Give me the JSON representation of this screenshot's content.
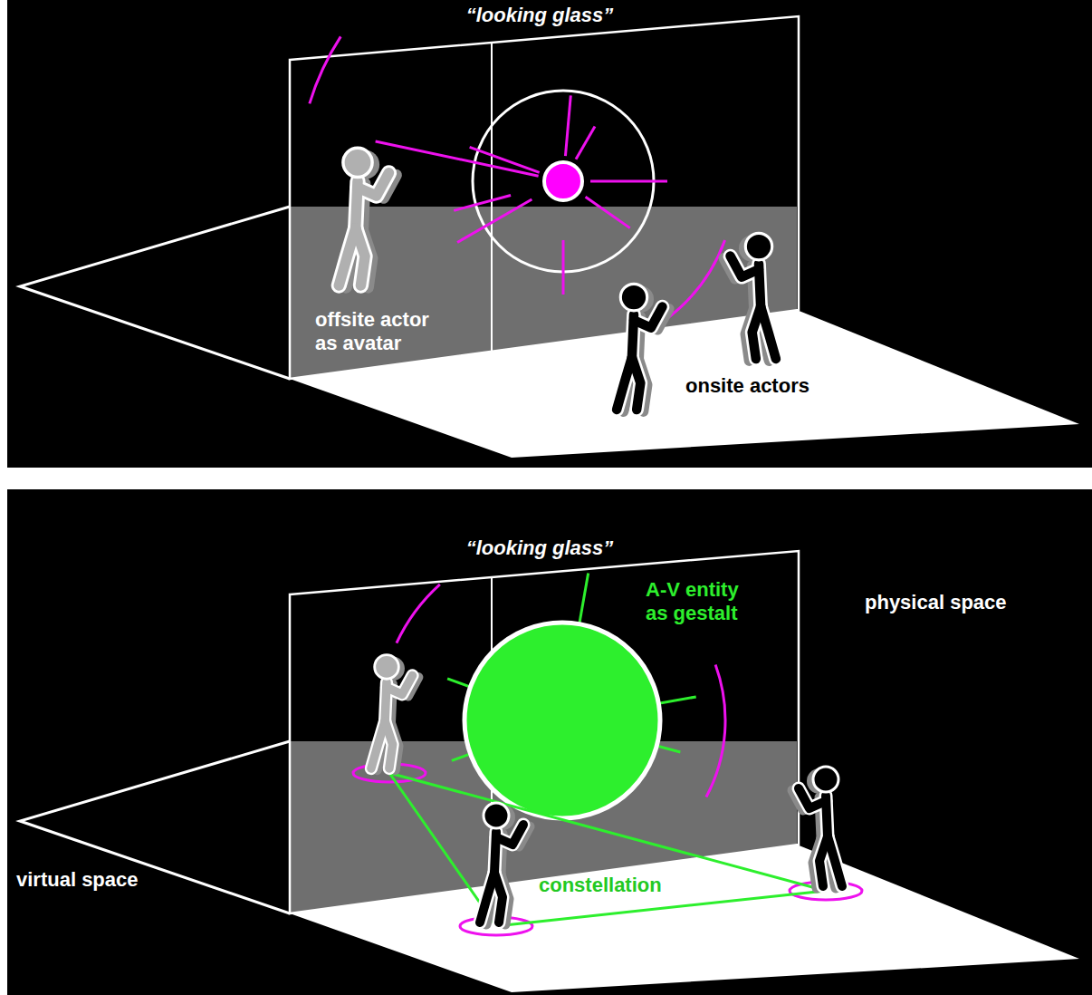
{
  "diagram": {
    "labels": [
      "“looking glass”",
      "offsite actor as avatar",
      "onsite actors",
      "“looking glass”",
      "A-V entity as gestalt",
      "physical space",
      "virtual space",
      "constellation"
    ]
  }
}
